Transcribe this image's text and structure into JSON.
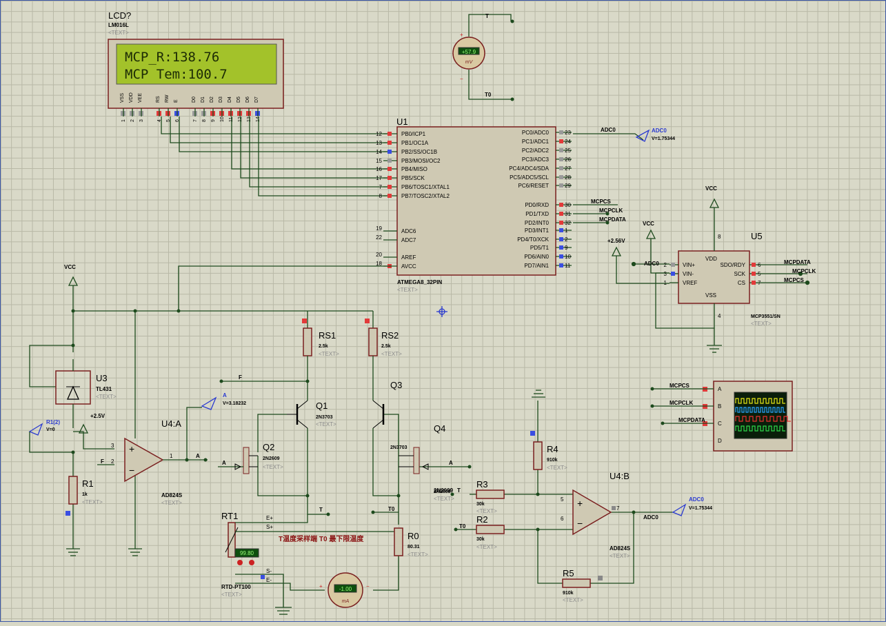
{
  "lcd": {
    "ref": "LCD?",
    "part": "LM016L",
    "text_tag": "<TEXT>",
    "line1": "MCP_R:138.76",
    "line2": "MCP Tem:100.7",
    "pins": [
      "VSS",
      "VDD",
      "VEE",
      "RS",
      "RW",
      "E",
      "D0",
      "D1",
      "D2",
      "D3",
      "D4",
      "D5",
      "D6",
      "D7"
    ],
    "pin_nums": [
      "1",
      "2",
      "3",
      "4",
      "5",
      "6",
      "7",
      "8",
      "9",
      "10",
      "11",
      "12",
      "13",
      "14"
    ]
  },
  "voltmeter": {
    "reading": "+57.9",
    "unit": "mV",
    "net_top": "T",
    "net_bot": "T0"
  },
  "u1": {
    "ref": "U1",
    "part": "ATMEGA8_32PIN",
    "text_tag": "<TEXT>",
    "left_pins": [
      {
        "num": "12",
        "name": "PB0/ICP1"
      },
      {
        "num": "13",
        "name": "PB1/OC1A"
      },
      {
        "num": "14",
        "name": "PB2/SS/OC1B"
      },
      {
        "num": "15",
        "name": "PB3/MOSI/OC2"
      },
      {
        "num": "16",
        "name": "PB4/MISO"
      },
      {
        "num": "17",
        "name": "PB5/SCK"
      },
      {
        "num": "7",
        "name": "PB6/TOSC1/XTAL1"
      },
      {
        "num": "8",
        "name": "PB7/TOSC2/XTAL2"
      }
    ],
    "left_pins2": [
      {
        "num": "19",
        "name": "ADC6"
      },
      {
        "num": "22",
        "name": "ADC7"
      },
      {
        "num": "20",
        "name": "AREF"
      },
      {
        "num": "18",
        "name": "AVCC"
      }
    ],
    "right_pins": [
      {
        "num": "23",
        "name": "PC0/ADC0"
      },
      {
        "num": "24",
        "name": "PC1/ADC1"
      },
      {
        "num": "25",
        "name": "PC2/ADC2"
      },
      {
        "num": "26",
        "name": "PC3/ADC3"
      },
      {
        "num": "27",
        "name": "PC4/ADC4/SDA"
      },
      {
        "num": "28",
        "name": "PC5/ADC5/SCL"
      },
      {
        "num": "29",
        "name": "PC6/RESET"
      }
    ],
    "right_pins2": [
      {
        "num": "30",
        "name": "PD0/RXD"
      },
      {
        "num": "31",
        "name": "PD1/TXD"
      },
      {
        "num": "32",
        "name": "PD2/INT0"
      },
      {
        "num": "1",
        "name": "PD3/INT1"
      },
      {
        "num": "2",
        "name": "PD4/T0/XCK"
      },
      {
        "num": "9",
        "name": "PD5/T1"
      },
      {
        "num": "10",
        "name": "PD6/AIN0"
      },
      {
        "num": "11",
        "name": "PD7/AIN1"
      }
    ]
  },
  "nets": {
    "adc0": "ADC0",
    "adc0_probe": "ADC0",
    "adc0_v": "V=1.75344",
    "mcpcs": "MCPCS",
    "mcpclk": "MCPCLK",
    "mcpdata": "MCPDATA",
    "vcc": "VCC",
    "v256": "+2.56V",
    "v25": "+2.5V",
    "a_probe": "A",
    "a_v": "V=3.18232",
    "r1_probe": "R1(2)",
    "r1_v": "V=0",
    "f": "F",
    "a": "A",
    "t": "T",
    "t0": "T0"
  },
  "u5": {
    "ref": "U5",
    "part": "MCP3551/SN",
    "text_tag": "<TEXT>",
    "left": [
      {
        "num": "2",
        "name": "VIN+"
      },
      {
        "num": "3",
        "name": "VIN-"
      },
      {
        "num": "1",
        "name": "VREF"
      }
    ],
    "right": [
      {
        "num": "6",
        "name": "SDO/RDY"
      },
      {
        "num": "5",
        "name": "SCK"
      },
      {
        "num": "7",
        "name": "CS"
      }
    ],
    "vdd": "VDD",
    "vss": "VSS",
    "pin8": "8",
    "pin4": "4"
  },
  "scope": {
    "channels": [
      "A",
      "B",
      "C",
      "D"
    ],
    "colors": [
      "#e8e818",
      "#2aa3ff",
      "#e83030",
      "#2ed84a"
    ]
  },
  "u3": {
    "ref": "U3",
    "part": "TL431",
    "text_tag": "<TEXT>"
  },
  "r1": {
    "ref": "R1",
    "value": "1k",
    "text_tag": "<TEXT>"
  },
  "u4a": {
    "ref": "U4:A",
    "part": "AD824S",
    "text_tag": "<TEXT>"
  },
  "u4b": {
    "ref": "U4:B",
    "part": "AD824S",
    "text_tag": "<TEXT>"
  },
  "rs1": {
    "ref": "RS1",
    "value": "2.5k",
    "text_tag": "<TEXT>"
  },
  "rs2": {
    "ref": "RS2",
    "value": "2.5k",
    "text_tag": "<TEXT>"
  },
  "q1": {
    "ref": "Q1",
    "part": "2N3703",
    "text_tag": "<TEXT>"
  },
  "q2": {
    "ref": "Q2",
    "part": "2N2609",
    "text_tag": "<TEXT>"
  },
  "q3": {
    "ref": "Q3",
    "part": "2N3703"
  },
  "q4": {
    "ref": "Q4",
    "part": "2N2609",
    "text_tag": "<TEXT>"
  },
  "r3": {
    "ref": "R3",
    "value": "30k",
    "text_tag": "<TEXT>"
  },
  "r2": {
    "ref": "R2",
    "value": "30k",
    "text_tag": "<TEXT>"
  },
  "r4": {
    "ref": "R4",
    "value": "910k",
    "text_tag": "<TEXT>"
  },
  "r5": {
    "ref": "R5",
    "value": "910k",
    "text_tag": "<TEXT>"
  },
  "r0": {
    "ref": "R0",
    "value": "80.31",
    "text_tag": "<TEXT>"
  },
  "rt1": {
    "ref": "RT1",
    "part": "RTD-PT100",
    "text_tag": "<TEXT>",
    "reading": "99.80",
    "pins": [
      "E+",
      "S+",
      "S-",
      "E-"
    ]
  },
  "ammeter": {
    "reading": "-1.00",
    "unit": "mA"
  },
  "annotation": "T温度采样端 T0 最下限温度"
}
